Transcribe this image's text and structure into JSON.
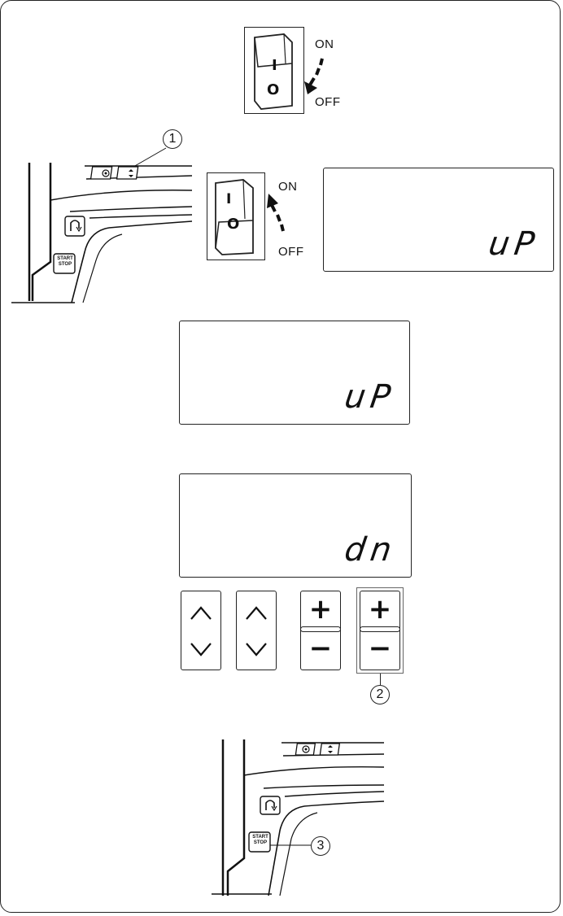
{
  "switch_top": {
    "on_label": "ON",
    "off_label": "OFF",
    "i_mark": "I",
    "o_mark": "O"
  },
  "switch_mid": {
    "on_label": "ON",
    "off_label": "OFF",
    "i_mark": "I",
    "o_mark": "O"
  },
  "lcd1": {
    "text": "uP"
  },
  "lcd2": {
    "text": "uP"
  },
  "lcd3": {
    "text": "dn"
  },
  "callouts": {
    "c1": "1",
    "c2": "2",
    "c3": "3"
  },
  "machine_top": {
    "start_stop_line1": "START",
    "start_stop_line2": "STOP"
  },
  "machine_bottom": {
    "start_stop_line1": "START",
    "start_stop_line2": "STOP"
  },
  "keys": {
    "up_arrow": "^",
    "down_arrow": "v",
    "plus": "+",
    "minus": "−"
  },
  "icons": [
    "power-switch-icon",
    "needle-up-down-icon",
    "reverse-icon",
    "lock-icon",
    "up-arrow-icon",
    "down-arrow-icon",
    "plus-icon",
    "minus-icon"
  ]
}
